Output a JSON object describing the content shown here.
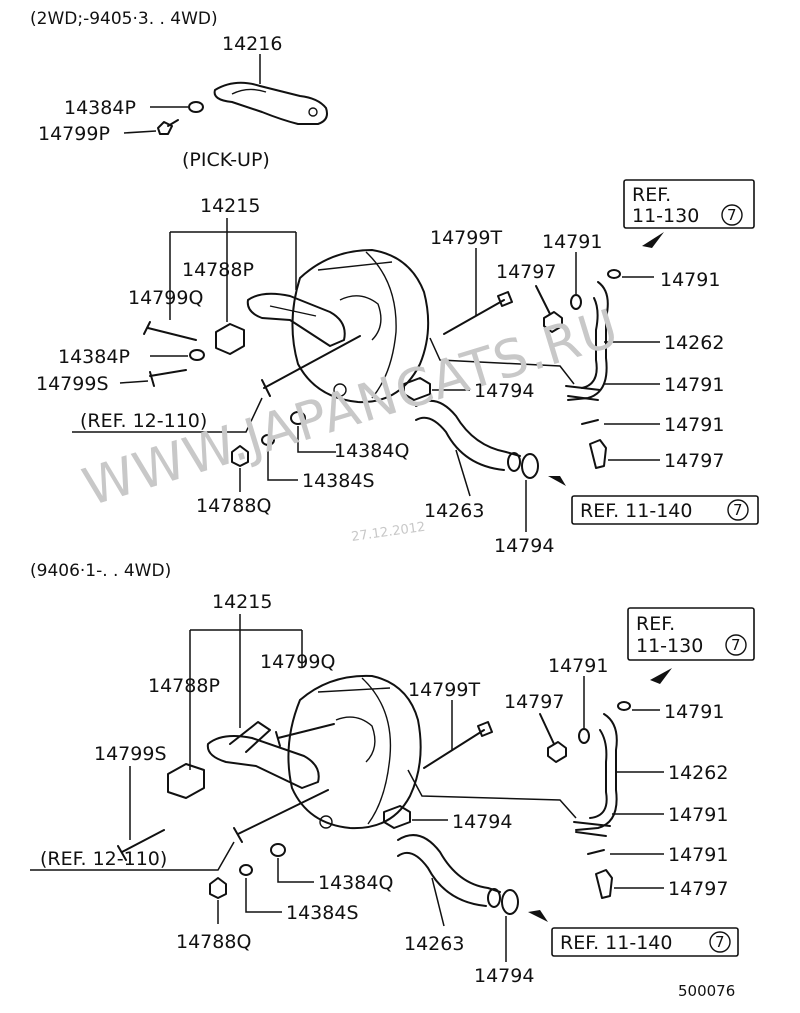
{
  "headers": {
    "top": "(2WD;-9405·3. . 4WD)",
    "bottom": "(9406·1-. . 4WD)",
    "pickup": "(PICK-UP)"
  },
  "watermark": {
    "site": "WWW.JAPANCATS.RU",
    "date": "27.12.2012"
  },
  "drawing_number": "500076",
  "top_labels": {
    "p14216": "14216",
    "p14384P": "14384P",
    "p14799P": "14799P",
    "p14215": "14215",
    "p14788P": "14788P",
    "p14799Q": "14799Q",
    "p14384P_b": "14384P",
    "p14799S": "14799S",
    "ref12110": "(REF. 12-110)",
    "p14788Q": "14788Q",
    "p14384S": "14384S",
    "p14384Q": "14384Q",
    "p14263": "14263",
    "p14794a": "14794",
    "p14794b": "14794",
    "p14799T": "14799T",
    "p14797a": "14797",
    "p14791a": "14791",
    "p14791b": "14791",
    "p14262": "14262",
    "p14791c": "14791",
    "p14791d": "14791",
    "p14797b": "14797",
    "ref11130_line1": "REF.",
    "ref11130_line2": "11-130",
    "ref11130_num": "7",
    "ref11140": "REF. 11-140",
    "ref11140_num": "7"
  },
  "bottom_labels": {
    "p14215": "14215",
    "p14788P": "14788P",
    "p14799Q": "14799Q",
    "p14799S": "14799S",
    "ref12110": "(REF. 12-110)",
    "p14788Q": "14788Q",
    "p14384S": "14384S",
    "p14384Q": "14384Q",
    "p14263": "14263",
    "p14794a": "14794",
    "p14794b": "14794",
    "p14799T": "14799T",
    "p14797a": "14797",
    "p14791a": "14791",
    "p14791b": "14791",
    "p14262": "14262",
    "p14791c": "14791",
    "p14791d": "14791",
    "p14797b": "14797",
    "ref11130_line1": "REF.",
    "ref11130_line2": "11-130",
    "ref11130_num": "7",
    "ref11140": "REF. 11-140",
    "ref11140_num": "7"
  }
}
